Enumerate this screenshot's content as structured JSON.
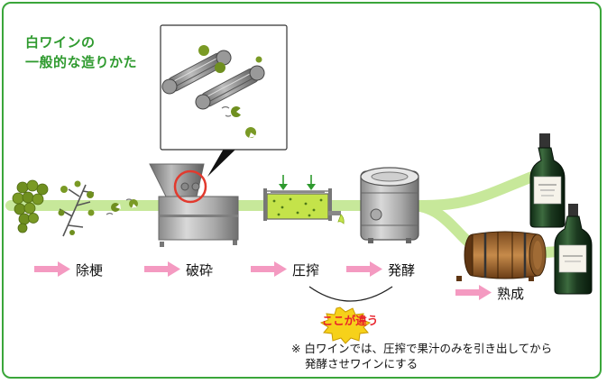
{
  "title": {
    "line1": "白ワインの",
    "line2": "一般的な造りかた"
  },
  "steps": [
    {
      "label": "除梗"
    },
    {
      "label": "破砕"
    },
    {
      "label": "圧搾"
    },
    {
      "label": "発酵"
    },
    {
      "label": "熟成"
    }
  ],
  "badge": {
    "text": "ここが違う"
  },
  "note": {
    "line1": "※ 白ワインでは、圧搾で果汁のみを引き出してから",
    "line2": "発酵させワインにする"
  },
  "colors": {
    "frame": "#3aa63a",
    "title": "#2e9a2e",
    "flow_band": "#c7e89a",
    "arrow": "#f49ac1",
    "badge_fill": "#f6d11a",
    "badge_text": "#e8202a",
    "grape": "#6f8f1f",
    "juice": "#c4e34a",
    "machine": "#9e9e9e",
    "highlight_ring": "#e23a2e"
  }
}
